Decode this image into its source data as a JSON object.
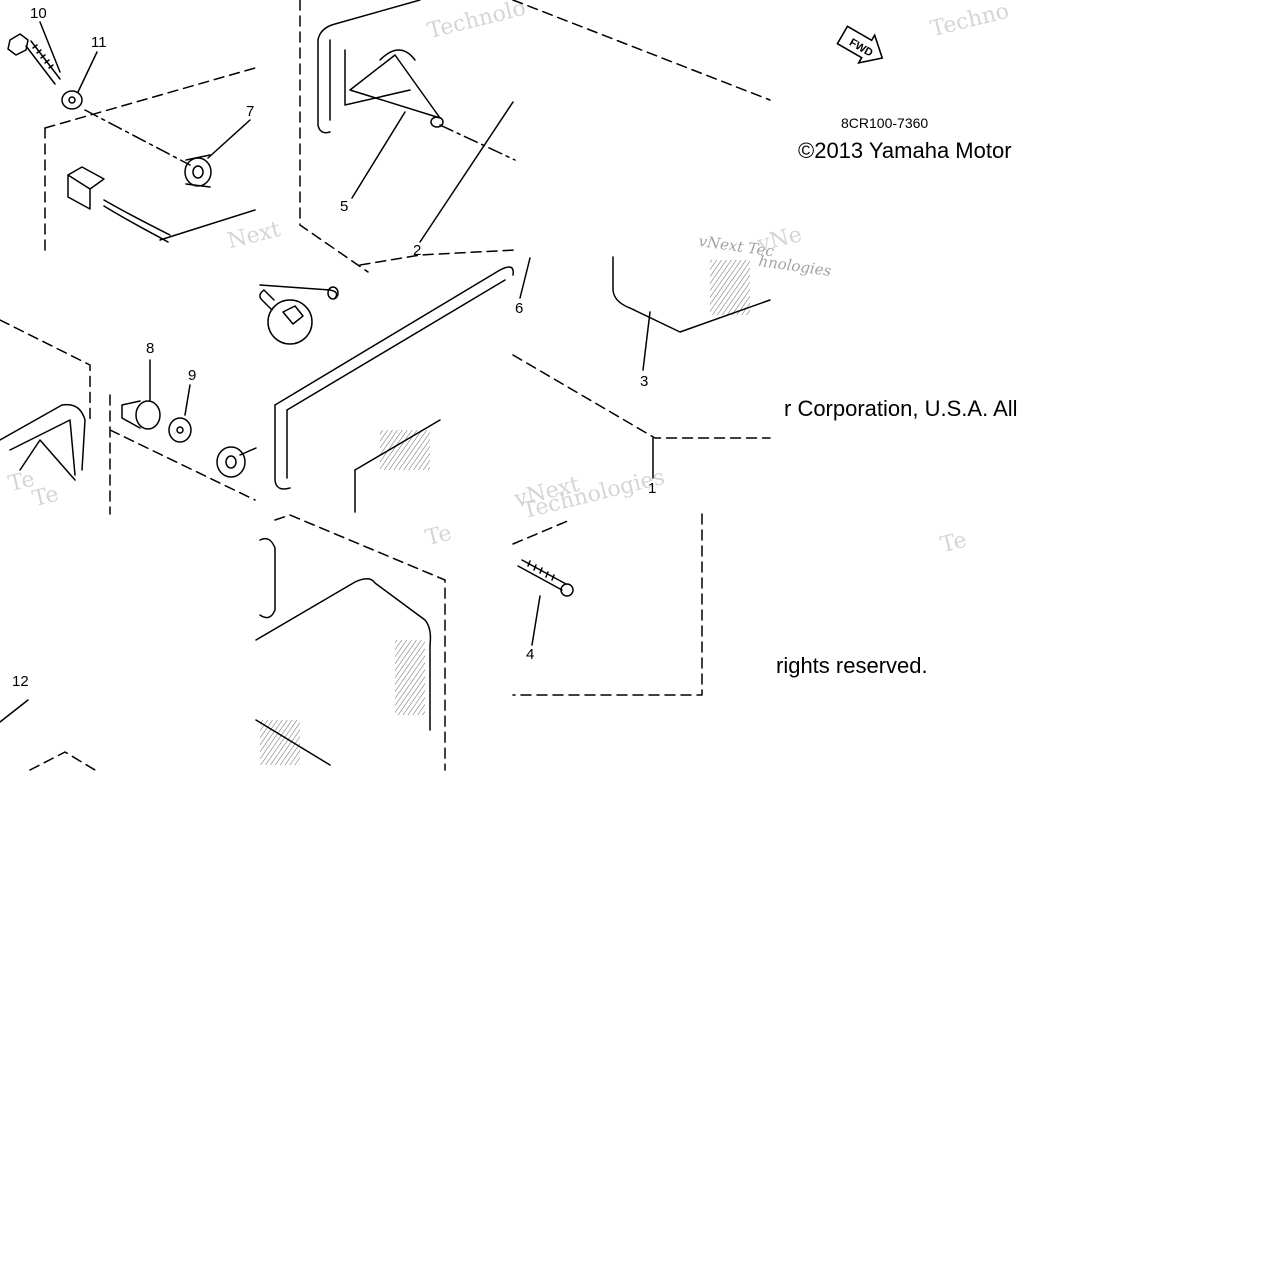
{
  "diagram": {
    "part_code": "8CR100-7360",
    "copyright_lines": [
      "©2013 Yamaha Motor",
      "r Corporation, U.S.A. All",
      "rights reserved."
    ],
    "direction_arrow": "FWD",
    "callouts": [
      "10",
      "11",
      "7",
      "5",
      "2",
      "6",
      "3",
      "8",
      "9",
      "1",
      "4",
      "12"
    ],
    "watermarks": [
      "Techno",
      "vNext Tec",
      "Technolo",
      "vNe",
      "hnologies",
      "Te",
      "vNext",
      "Te",
      "Te",
      "Technologies",
      "Next",
      "Te"
    ]
  }
}
